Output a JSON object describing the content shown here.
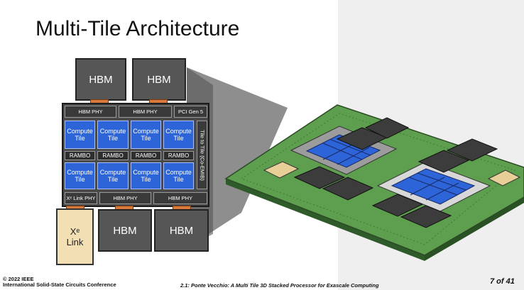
{
  "slide": {
    "title": "Multi-Tile Architecture",
    "hbm_label": "HBM",
    "top_hbm": [
      "HBM",
      "HBM"
    ],
    "bottom_hbm": [
      "HBM",
      "HBM"
    ],
    "phy_top": [
      "HBM PHY",
      "HBM PHY",
      "PCI Gen 5"
    ],
    "phy_bottom": [
      "Xᵉ Link PHY",
      "HBM PHY",
      "HBM PHY"
    ],
    "compute_row1": [
      "Compute Tile",
      "Compute Tile",
      "Compute Tile",
      "Compute Tile"
    ],
    "rambo_row": [
      "RAMBO",
      "RAMBO",
      "RAMBO",
      "RAMBO"
    ],
    "compute_row2": [
      "Compute Tile",
      "Compute Tile",
      "Compute Tile",
      "Compute Tile"
    ],
    "tile_to_tile": "Tile to Tile (Co-EMIB)",
    "xe_link": {
      "line1": "Xᵉ",
      "line2": "Link"
    }
  },
  "footer": {
    "copyright": "© 2022 IEEE",
    "conference": "International Solid-State Circuits Conference",
    "paper": "2.1: Ponte Vecchio: A Multi Tile 3D Stacked Processor for Exascale Computing",
    "page": "7 of 41"
  },
  "colors": {
    "compute_tile": "#2d64d8",
    "hbm": "#565656",
    "connector": "#d9793c",
    "xe_link": "#f3dfb4",
    "package_board": "#5e9f4f"
  }
}
